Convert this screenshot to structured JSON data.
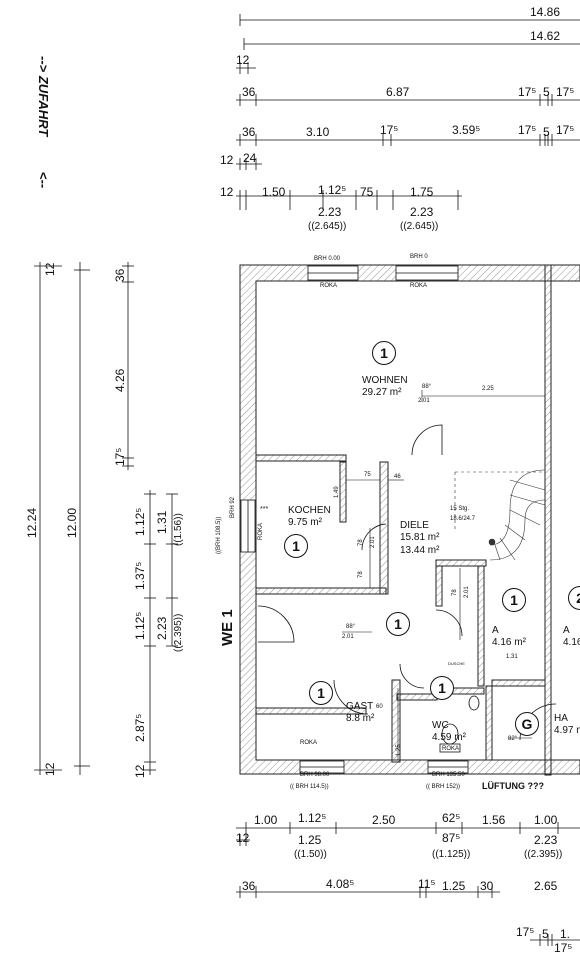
{
  "access": {
    "label": "--> ZUFAHRT",
    "arrow": "<--"
  },
  "unit_label": "WE 1",
  "top_dims": {
    "row1": {
      "total": "14.86"
    },
    "row2": {
      "total": "14.62"
    },
    "row3": {
      "a": "12"
    },
    "row4": {
      "a": "36",
      "b": "6.87",
      "c": "17⁵",
      "d": "5",
      "e": "17⁵"
    },
    "row5": {
      "a": "36",
      "b": "3.10",
      "c": "17⁵",
      "d": "3.59⁵",
      "e": "17⁵",
      "f": "5",
      "g": "17⁵"
    },
    "row6": {
      "a": "12",
      "b": "24"
    },
    "row7": {
      "a": "12",
      "b": "1.50",
      "c": "1.12⁵",
      "d": "75",
      "e": "1.75",
      "f": "2.23",
      "g": "((2.645))",
      "h": "2.23",
      "i": "((2.645))"
    }
  },
  "left_dims": {
    "outer_total": "12.24",
    "inner_total": "12.00",
    "top_a": "12",
    "bottom_a": "12",
    "c1": "36",
    "c2": "4.26",
    "c3": "17⁵",
    "w1": "1.12⁵",
    "w1h": "1.31",
    "w1b": "((1.56))",
    "w2": "1.37⁵",
    "w3": "1.12⁵",
    "w3h": "2.23",
    "w3b": "((2.395))",
    "w4": "2.87⁵",
    "bottom_c": "12"
  },
  "rooms": [
    {
      "num": "1",
      "name": "WOHNEN",
      "area": "29.27 m²"
    },
    {
      "num": "1",
      "name": "KOCHEN",
      "area": "9.75 m²"
    },
    {
      "num": "1",
      "name": "DIELE",
      "area": "15.81 m²",
      "area2": "13.44 m²"
    },
    {
      "num": "1",
      "name": "A",
      "area": "4.16 m²"
    },
    {
      "num": "1",
      "name": "GAST",
      "area": "8.8 m²"
    },
    {
      "num": "1",
      "name": "WC",
      "area": "4.59 m²"
    },
    {
      "num": "G",
      "name": "HA",
      "area": "4.97 m"
    },
    {
      "num": "2",
      "name": "A",
      "area": "4.16"
    }
  ],
  "annotations": {
    "brh_top1": "BRH 0.00",
    "brh_top2": "BRH 0",
    "roka1": "ROKA",
    "roka2": "ROKA",
    "roka3": "ROKA",
    "roka4": "ROKA",
    "roka5": "ROKA",
    "wohnen_door": "88°",
    "wohnen_door2": "2.01",
    "wohnen_dim": "2.25",
    "k75": "75",
    "k46": "46",
    "k149": "1.49",
    "stairs": "15 Stg.",
    "stairs2": "18.6/24.7",
    "k78a": "78",
    "k201a": "2.01",
    "k78b": "78",
    "brh_left1": "((BRH 108.5))",
    "brh_left2": "BRH 92",
    "stars": "***",
    "d88": "88°",
    "d201": "2.01",
    "a78": "78",
    "a201": "2.01",
    "a131": "1.31",
    "dusch": "DUSCHE",
    "g60": "60",
    "g125": "1.25",
    "g82": "82°",
    "brh_b1": "BRH 98.00",
    "brh_b1b": "(( BRH 114.5))",
    "brh_b2": "BRH 135.50",
    "brh_b2b": "(( BRH 152))",
    "lueftung": "LÜFTUNG ???"
  },
  "bottom_dims": {
    "r1": {
      "a": "1.00",
      "b": "1.12⁵",
      "c": "2.50",
      "d": "62⁵",
      "e": "1.56",
      "f": "1.00"
    },
    "r2": {
      "a": "12",
      "b": "1.25",
      "c": "87⁵",
      "d": "2.23"
    },
    "r3": {
      "b": "((1.50))",
      "c": "((1.125))",
      "d": "((2.395))"
    },
    "r4": {
      "a": "36",
      "b": "4.08⁵",
      "c": "11⁵",
      "d": "1.25",
      "e": "30",
      "f": "2.65"
    },
    "r5": {
      "a": "17⁵",
      "b": "5",
      "c": "1.",
      "d": "17⁵"
    }
  }
}
